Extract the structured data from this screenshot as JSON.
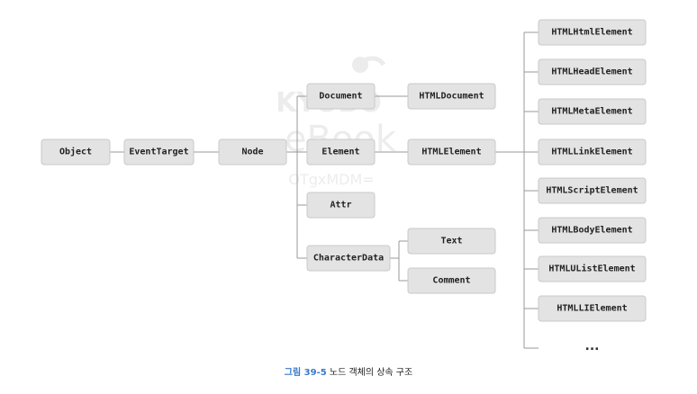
{
  "nodes": {
    "object": "Object",
    "eventtarget": "EventTarget",
    "node": "Node",
    "document": "Document",
    "element": "Element",
    "attr": "Attr",
    "characterdata": "CharacterData",
    "htmldocument": "HTMLDocument",
    "htmlelement": "HTMLElement",
    "text": "Text",
    "comment": "Comment",
    "htmlhtmlelement": "HTMLHtmlElement",
    "htmlheadelement": "HTMLHeadElement",
    "htmlmetaelement": "HTMLMetaElement",
    "htmllinkelement": "HTMLLinkElement",
    "htmlscriptelement": "HTMLScriptElement",
    "htmlbodyelement": "HTMLBodyElement",
    "htmlulistelement": "HTMLUListElement",
    "htmllielement": "HTMLLIElement"
  },
  "more_indicator": "...",
  "watermark": {
    "brand": "KYOBO",
    "product": "eBook",
    "code": "OTgxMDM="
  },
  "caption": {
    "number": "그림 39-5",
    "text": "노드 객체의 상속 구조"
  }
}
